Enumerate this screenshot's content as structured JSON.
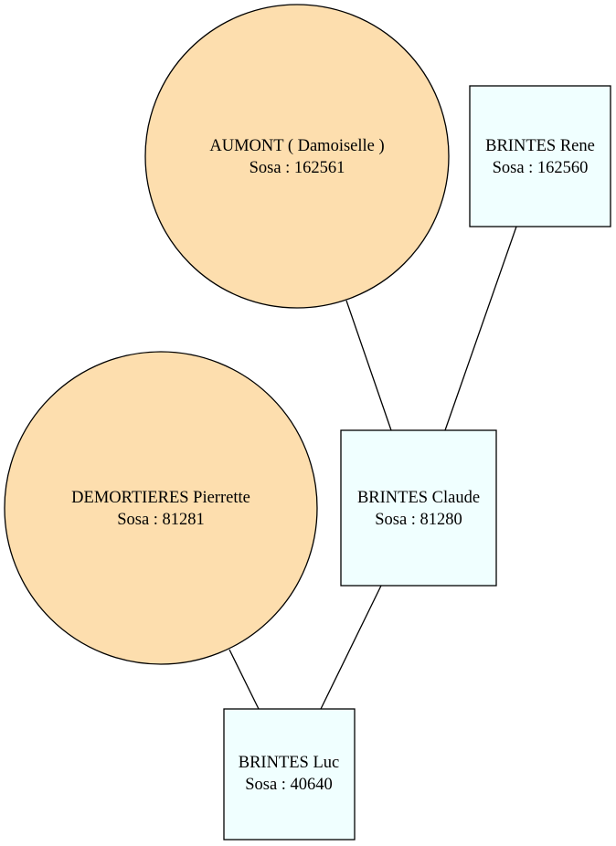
{
  "colors": {
    "female_fill": "#fddeae",
    "male_fill": "#f0ffff",
    "line": "#000000"
  },
  "people": {
    "aumont": {
      "name": "AUMONT ( Damoiselle )",
      "sosa": "Sosa : 162561",
      "sex": "female"
    },
    "rene": {
      "name": "BRINTES Rene",
      "sosa": "Sosa : 162560",
      "sex": "male"
    },
    "demortieres": {
      "name": "DEMORTIERES Pierrette",
      "sosa": "Sosa : 81281",
      "sex": "female"
    },
    "claude": {
      "name": "BRINTES Claude",
      "sosa": "Sosa : 81280",
      "sex": "male"
    },
    "luc": {
      "name": "BRINTES Luc",
      "sosa": "Sosa : 40640",
      "sex": "male"
    }
  },
  "links": [
    {
      "parent": "aumont",
      "child": "claude"
    },
    {
      "parent": "rene",
      "child": "claude"
    },
    {
      "parent": "demortieres",
      "child": "luc"
    },
    {
      "parent": "claude",
      "child": "luc"
    }
  ]
}
